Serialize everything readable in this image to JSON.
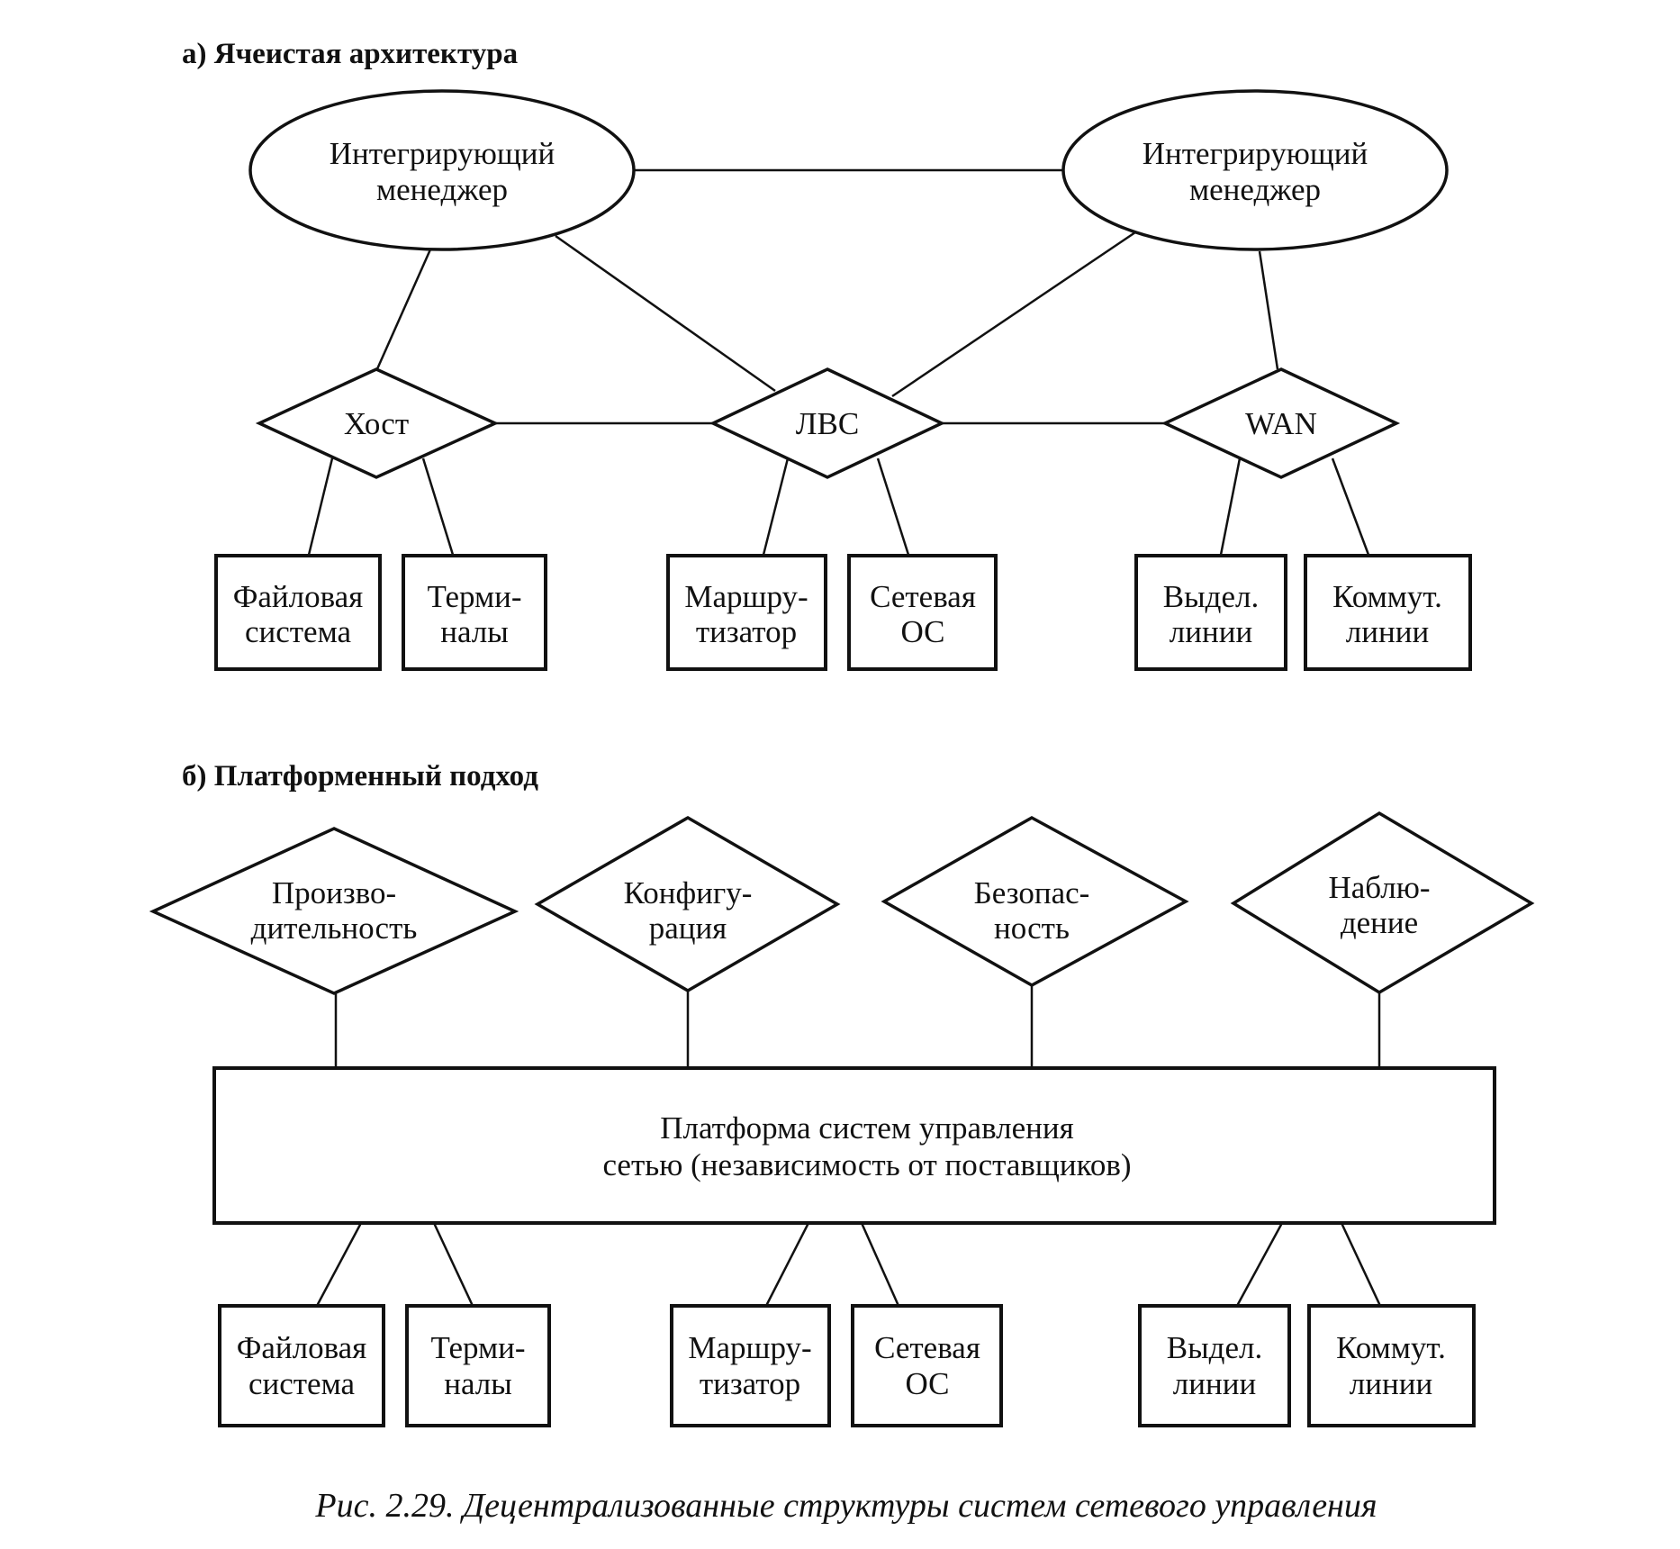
{
  "section_a": {
    "title": "а) Ячеистая архитектура",
    "managers": [
      {
        "line1": "Интегрирующий",
        "line2": "менеджер"
      },
      {
        "line1": "Интегрирующий",
        "line2": "менеджер"
      }
    ],
    "hubs": [
      "Хост",
      "ЛВС",
      "WAN"
    ],
    "resources": [
      {
        "line1": "Файловая",
        "line2": "система"
      },
      {
        "line1": "Терми-",
        "line2": "налы"
      },
      {
        "line1": "Маршру-",
        "line2": "тизатор"
      },
      {
        "line1": "Сетевая",
        "line2": "ОС"
      },
      {
        "line1": "Выдел.",
        "line2": "линии"
      },
      {
        "line1": "Коммут.",
        "line2": "линии"
      }
    ]
  },
  "section_b": {
    "title": "б) Платформенный подход",
    "functions": [
      {
        "line1": "Произво-",
        "line2": "дительность"
      },
      {
        "line1": "Конфигу-",
        "line2": "рация"
      },
      {
        "line1": "Безопас-",
        "line2": "ность"
      },
      {
        "line1": "Наблю-",
        "line2": "дение"
      }
    ],
    "platform": {
      "line1": "Платформа систем управления",
      "line2": "сетью (независимость от поставщиков)"
    },
    "resources": [
      {
        "line1": "Файловая",
        "line2": "система"
      },
      {
        "line1": "Терми-",
        "line2": "налы"
      },
      {
        "line1": "Маршру-",
        "line2": "тизатор"
      },
      {
        "line1": "Сетевая",
        "line2": "ОС"
      },
      {
        "line1": "Выдел.",
        "line2": "линии"
      },
      {
        "line1": "Коммут.",
        "line2": "линии"
      }
    ]
  },
  "caption": "Рис. 2.29. Децентрализованные структуры систем сетевого управления"
}
